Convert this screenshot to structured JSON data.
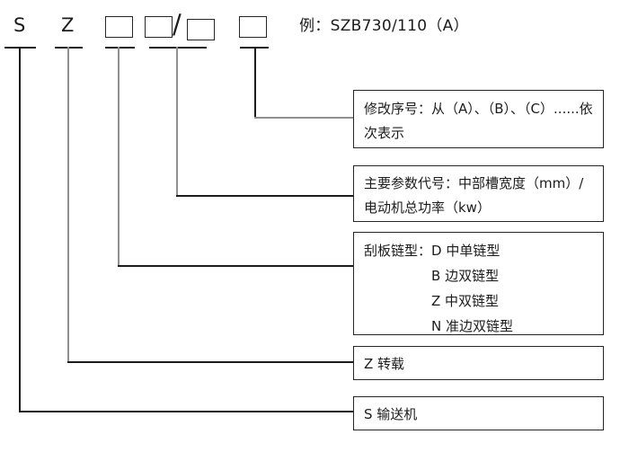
{
  "palette": {
    "bg": "#ffffff",
    "ink": "#1c1c1c",
    "line_black": "#1c1c1c",
    "line_gray": "#909090",
    "box_border": "#262626"
  },
  "code_row": {
    "s_label": "S",
    "z_label": "Z",
    "slash": "/",
    "example": "例：SZB730/110（A）"
  },
  "boxes": {
    "revision": {
      "lines": [
        "修改序号：从（A）、（B）、（C）......依",
        "次表示"
      ]
    },
    "params": {
      "lines": [
        "主要参数代号：中部槽宽度（mm）/",
        "电动机总功率（kw）"
      ]
    },
    "chain": {
      "label": "刮板链型：",
      "items": [
        "D 中单链型",
        "B 边双链型",
        "Z 中双链型",
        "N 准边双链型"
      ]
    },
    "transfer": {
      "label": "Z 转载"
    },
    "conveyor": {
      "label": "S 输送机"
    }
  }
}
